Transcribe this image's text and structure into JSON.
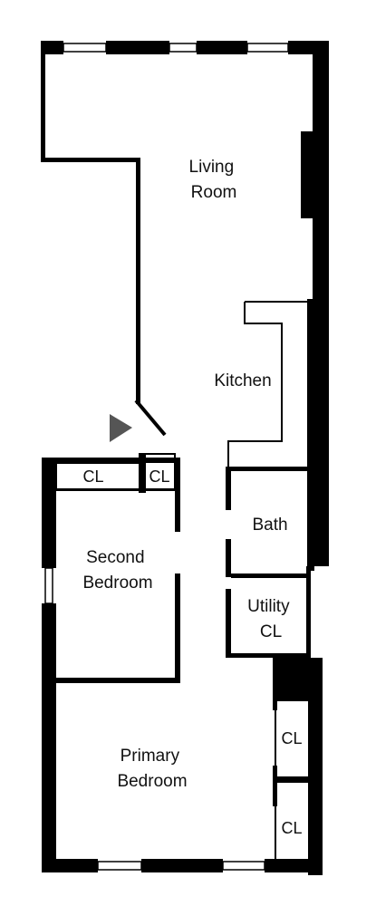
{
  "rooms": {
    "living": {
      "line1": "Living",
      "line2": "Room"
    },
    "kitchen": {
      "label": "Kitchen"
    },
    "bath": {
      "label": "Bath"
    },
    "utility": {
      "line1": "Utility",
      "line2": "CL"
    },
    "second_bedroom": {
      "line1": "Second",
      "line2": "Bedroom"
    },
    "primary_bedroom": {
      "line1": "Primary",
      "line2": "Bedroom"
    }
  },
  "closets": {
    "second_a": "CL",
    "second_b": "CL",
    "primary_a": "CL",
    "primary_b": "CL"
  },
  "colors": {
    "wall": "#000000",
    "entry_marker": "#555555",
    "background": "#ffffff"
  },
  "icons": {
    "entry": "entry-arrow-icon"
  }
}
